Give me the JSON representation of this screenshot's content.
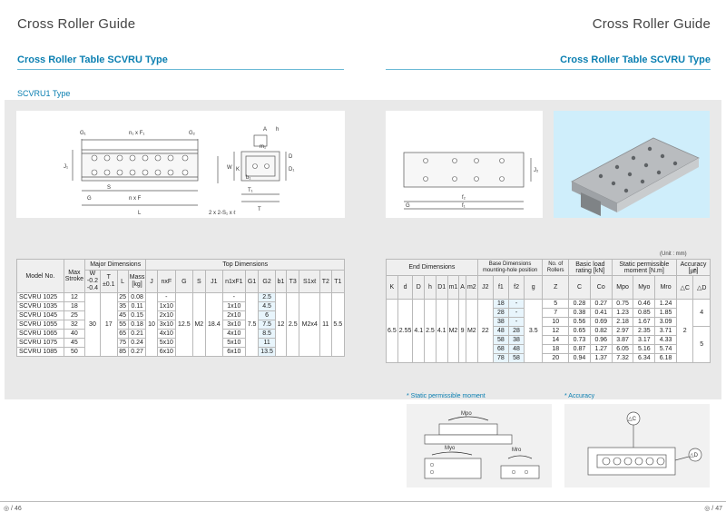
{
  "left_page": {
    "title": "Cross Roller Guide",
    "subtitle": "Cross Roller Table SCVRU Type",
    "type_label": "SCVRU1 Type",
    "page": "46"
  },
  "right_page": {
    "title": "Cross Roller Guide",
    "subtitle": "Cross Roller Table SCVRU Type",
    "page": "47",
    "unit": "(Unit : mm)"
  },
  "drawing_labels": {
    "gs": "G₁",
    "gn": "G₂",
    "nfr": "n₁ x F₁",
    "ah": "A",
    "hh": "h",
    "m1": "m₁",
    "s": "S",
    "g": "G",
    "nf": "n x F",
    "l": "L",
    "dd": "2 x 2-S₁ x ℓ",
    "w": "W",
    "j1": "J₁",
    "t": "T",
    "t1": "T₁",
    "b1": "b₁",
    "k": "K",
    "d": "D",
    "d1": "D₁",
    "f1": "f₁",
    "j2": "J₂",
    "f2": "f₂"
  },
  "left_table": {
    "h_model": "Model No.",
    "h_max": "Max Stroke",
    "h_major": "Major Dimensions",
    "h_top": "Top Dimensions",
    "h_w": "W",
    "h_w_tol1": "-0.2",
    "h_w_tol2": "-0.4",
    "h_t": "T",
    "h_t_tol": "±0.1",
    "h_l": "L",
    "h_mass": "Mass [kg]",
    "h_j": "J",
    "h_nxf": "nxF",
    "h_g": "G",
    "h_s": "S",
    "h_j1": "J1",
    "h_n1xf1": "n1xF1",
    "h_g1": "G1",
    "h_g2": "G2",
    "h_b1": "b1",
    "h_t3": "T3",
    "h_s1xl": "S1xℓ",
    "h_t2": "T2",
    "h_t1": "T1",
    "shared": {
      "w": "30",
      "t": "17",
      "j": "10",
      "g": "12.5",
      "s": "M2",
      "j1": "18.4",
      "g1": "7.5",
      "b1": "12",
      "t3": "2.5",
      "s1xl": "M2x4",
      "t2": "11",
      "t1": "5.5"
    },
    "rows": [
      {
        "model": "SCVRU 1025",
        "stroke": "12",
        "l": "25",
        "mass": "0.08",
        "nxf": "-",
        "n1xf1": "-",
        "g2": "2.5"
      },
      {
        "model": "SCVRU 1035",
        "stroke": "18",
        "l": "35",
        "mass": "0.11",
        "nxf": "1x10",
        "n1xf1": "1x10",
        "g2": "4.5"
      },
      {
        "model": "SCVRU 1045",
        "stroke": "25",
        "l": "45",
        "mass": "0.15",
        "nxf": "2x10",
        "n1xf1": "2x10",
        "g2": "6"
      },
      {
        "model": "SCVRU 1055",
        "stroke": "32",
        "l": "55",
        "mass": "0.18",
        "nxf": "3x10",
        "n1xf1": "3x10",
        "g2": "7.5"
      },
      {
        "model": "SCVRU 1065",
        "stroke": "40",
        "l": "65",
        "mass": "0.21",
        "nxf": "4x10",
        "n1xf1": "4x10",
        "g2": "8.5"
      },
      {
        "model": "SCVRU 1075",
        "stroke": "45",
        "l": "75",
        "mass": "0.24",
        "nxf": "5x10",
        "n1xf1": "5x10",
        "g2": "11"
      },
      {
        "model": "SCVRU 1085",
        "stroke": "50",
        "l": "85",
        "mass": "0.27",
        "nxf": "6x10",
        "n1xf1": "6x10",
        "g2": "13.5"
      }
    ]
  },
  "right_table": {
    "h_end": "End Dimensions",
    "h_base": "Base Dimensions mounting-hole position",
    "h_rollers": "No. of Rollers",
    "h_load": "Basic load rating [kN]",
    "h_static": "Static permissible moment [N.m]",
    "h_acc": "Accuracy [㎛]",
    "cols": [
      "K",
      "d",
      "D",
      "h",
      "D1",
      "m1",
      "A",
      "m2",
      "J2",
      "f1",
      "f2",
      "g",
      "Z",
      "C",
      "Co",
      "Mpo",
      "Myo",
      "Mro",
      "△C",
      "△D"
    ],
    "shared": {
      "k": "6.5",
      "d": "2.55",
      "dd": "4.1",
      "h": "2.5",
      "d1": "4.1",
      "m1": "M2",
      "a": "9",
      "m2": "M2",
      "j2": "22",
      "g": "3.5",
      "ac": "2"
    },
    "acc_d": [
      "4",
      "5"
    ],
    "rows": [
      {
        "f1": "18",
        "f2": "-",
        "z": "5",
        "c": "0.28",
        "co": "0.27",
        "mpo": "0.75",
        "myo": "0.46",
        "mro": "1.24"
      },
      {
        "f1": "28",
        "f2": "-",
        "z": "7",
        "c": "0.38",
        "co": "0.41",
        "mpo": "1.23",
        "myo": "0.85",
        "mro": "1.85"
      },
      {
        "f1": "38",
        "f2": "-",
        "z": "10",
        "c": "0.56",
        "co": "0.69",
        "mpo": "2.18",
        "myo": "1.67",
        "mro": "3.09"
      },
      {
        "f1": "48",
        "f2": "28",
        "z": "12",
        "c": "0.65",
        "co": "0.82",
        "mpo": "2.97",
        "myo": "2.35",
        "mro": "3.71"
      },
      {
        "f1": "58",
        "f2": "38",
        "z": "14",
        "c": "0.73",
        "co": "0.96",
        "mpo": "3.87",
        "myo": "3.17",
        "mro": "4.33"
      },
      {
        "f1": "68",
        "f2": "48",
        "z": "18",
        "c": "0.87",
        "co": "1.27",
        "mpo": "6.05",
        "myo": "5.16",
        "mro": "5.74"
      },
      {
        "f1": "78",
        "f2": "58",
        "z": "20",
        "c": "0.94",
        "co": "1.37",
        "mpo": "7.32",
        "myo": "6.34",
        "mro": "6.18"
      }
    ]
  },
  "notes": {
    "static_title": "* Static permissible moment",
    "accuracy_title": "* Accuracy",
    "mpo": "Mpo",
    "myo": "Myo",
    "mro": "Mro",
    "delta_c": "△C",
    "delta_d": "△D"
  },
  "colors": {
    "accent": "#0b7fb1",
    "band": "#e9e9e9",
    "photo_bg": "#cfeefb",
    "highlight": "#e8f5fc"
  }
}
